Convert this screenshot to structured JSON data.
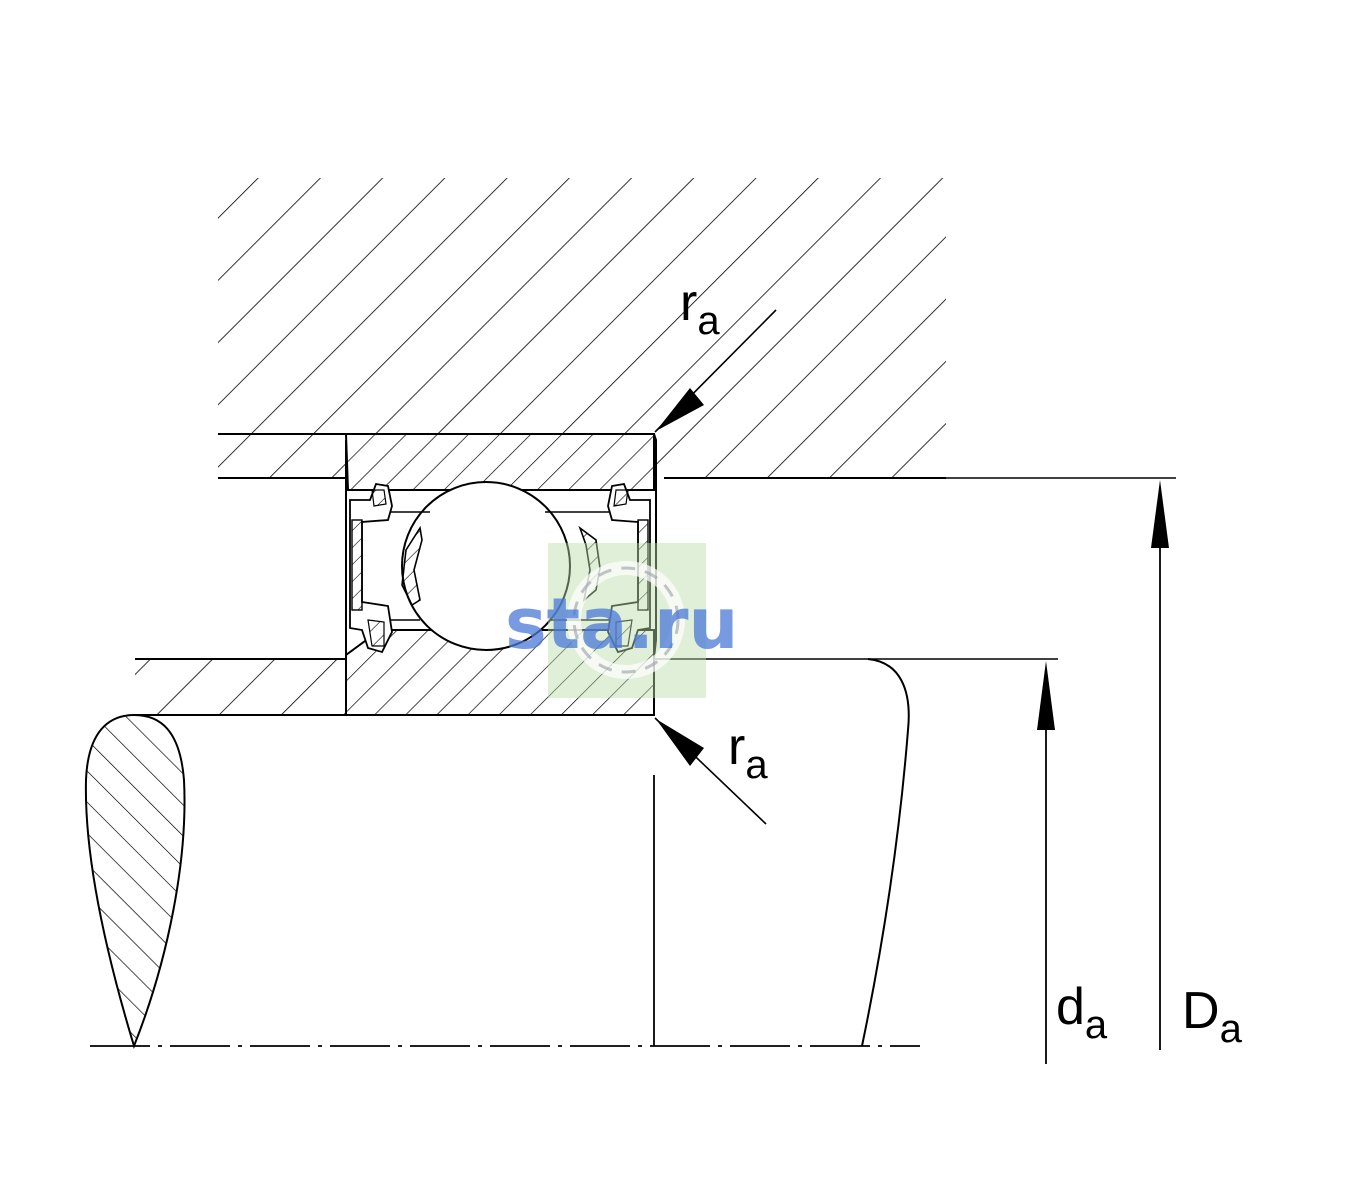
{
  "labels": {
    "ra_top": {
      "main": "r",
      "sub": "a"
    },
    "ra_bottom": {
      "main": "r",
      "sub": "a"
    },
    "da": {
      "main": "d",
      "sub": "a"
    },
    "Da": {
      "main": "D",
      "sub": "a"
    }
  },
  "watermark": {
    "text": "sta.ru"
  },
  "colors": {
    "line": "#000000",
    "background": "#ffffff",
    "watermark_text": "#4a78d6",
    "watermark_logo": "#b8dca8"
  }
}
